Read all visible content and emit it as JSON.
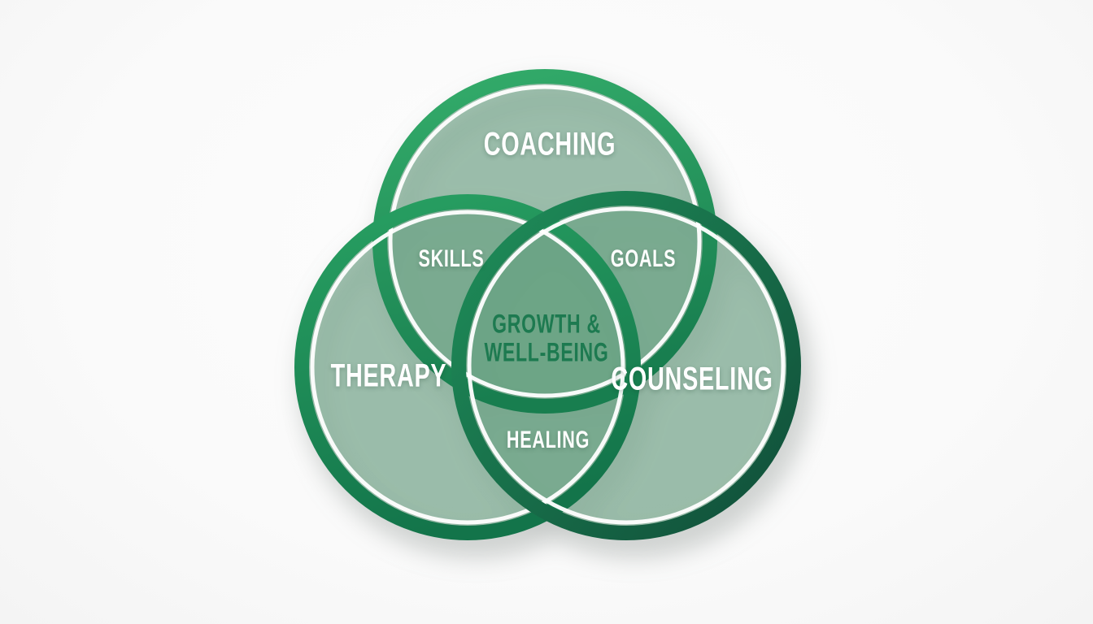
{
  "diagram": {
    "type": "venn",
    "description": "Three-circle Venn diagram on white background showing overlap of Coaching, Therapy and Counseling",
    "sets": [
      {
        "id": "coaching",
        "label": "COACHING",
        "position": "top"
      },
      {
        "id": "therapy",
        "label": "THERAPY",
        "position": "bottom-left"
      },
      {
        "id": "counseling",
        "label": "COUNSELING",
        "position": "bottom-right"
      }
    ],
    "intersections": [
      {
        "sets": [
          "coaching",
          "therapy"
        ],
        "label": "SKILLS"
      },
      {
        "sets": [
          "coaching",
          "counseling"
        ],
        "label": "GOALS"
      },
      {
        "sets": [
          "therapy",
          "counseling"
        ],
        "label": "HEALING"
      },
      {
        "sets": [
          "coaching",
          "therapy",
          "counseling"
        ],
        "label": "GROWTH & WELL-BEING"
      }
    ]
  },
  "labels": {
    "coaching": "COACHING",
    "therapy": "THERAPY",
    "counseling": "COUNSELING",
    "skills": "SKILLS",
    "goals": "GOALS",
    "healing": "HEALING",
    "center_line1": "GROWTH &",
    "center_line2": "WELL-BEING"
  },
  "colors": {
    "background": "#fafafa",
    "fill_translucent": "#64a080",
    "ring_top_light": "#34ad6b",
    "ring_top_dark": "#187e4f",
    "ring_left_light": "#28a062",
    "ring_left_dark": "#13744a",
    "ring_right_light": "#1f8f5a",
    "ring_right_dark": "#11503a",
    "inner_outline": "#ffffff",
    "label_text": "#ffffff",
    "center_text": "#1d7a50"
  }
}
